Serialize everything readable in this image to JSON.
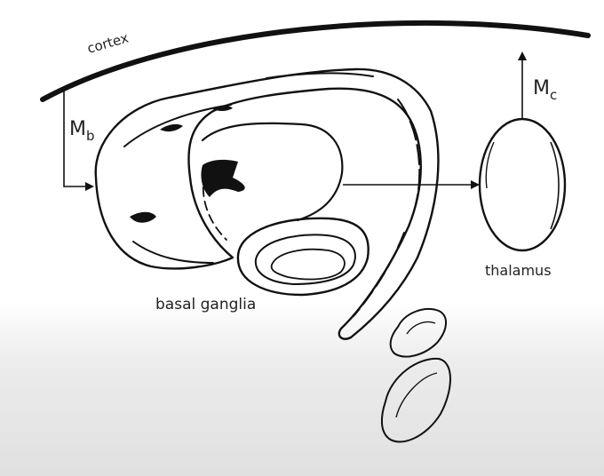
{
  "labels": {
    "cortex": "cortex",
    "mb_main": "M",
    "mb_sub": "b",
    "mc_main": "M",
    "mc_sub": "c",
    "basal_ganglia": "basal ganglia",
    "thalamus": "thalamus"
  },
  "colors": {
    "ink": "#111111",
    "label": "#222222",
    "background": "#ffffff",
    "lower_band": "#e4e4e4"
  },
  "icons": {
    "arrowhead": "filled-triangle-arrow"
  }
}
